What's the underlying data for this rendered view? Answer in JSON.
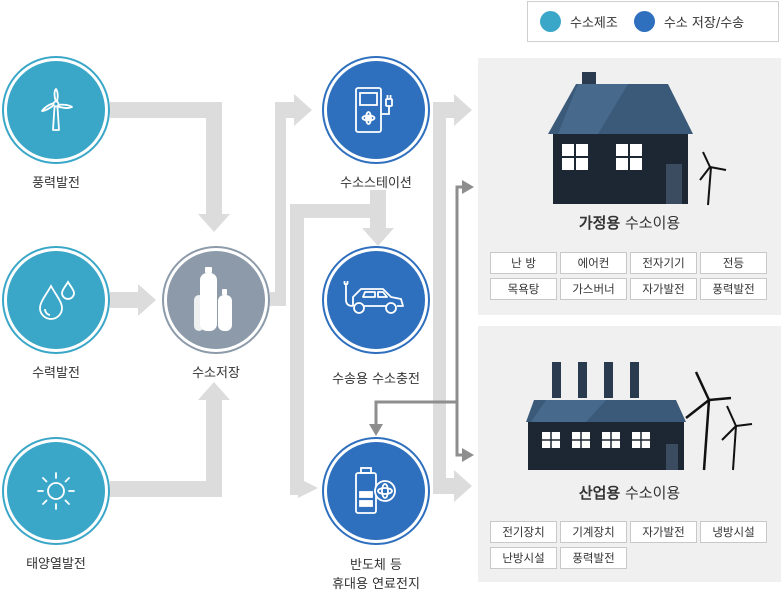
{
  "legend": {
    "production": {
      "label": "수소제조",
      "color": "#3aa7c8"
    },
    "storage_transport": {
      "label": "수소 저장/수송",
      "color": "#2e6fbe"
    }
  },
  "nodes": {
    "wind": {
      "label": "풍력발전",
      "icon": "wind-turbine-icon"
    },
    "hydro": {
      "label": "수력발전",
      "icon": "water-drop-icon"
    },
    "solar": {
      "label": "태양열발전",
      "icon": "sun-icon"
    },
    "storage": {
      "label": "수소저장",
      "icon": "gas-cylinder-icon"
    },
    "station": {
      "label": "수소스테이션",
      "icon": "charging-station-icon"
    },
    "vehicle": {
      "label": "수송용 수소충전",
      "icon": "car-plug-icon"
    },
    "fuelcell_line1": "반도체 등",
    "fuelcell_line2": "휴대용 연료전지",
    "fuelcell_icon": "battery-icon"
  },
  "home": {
    "title_bold": "가정용",
    "title_rest": " 수소이용",
    "tags": [
      "난 방",
      "에어컨",
      "전자기기",
      "전등",
      "목욕탕",
      "가스버너",
      "자가발전",
      "풍력발전"
    ]
  },
  "industry": {
    "title_bold": "산업용",
    "title_rest": " 수소이용",
    "tags": [
      "전기장치",
      "기계장치",
      "자가발전",
      "냉방시설",
      "난방시설",
      "풍력발전"
    ]
  },
  "colors": {
    "arrow": "#dcdcdc",
    "dark_arrow": "#888888"
  }
}
